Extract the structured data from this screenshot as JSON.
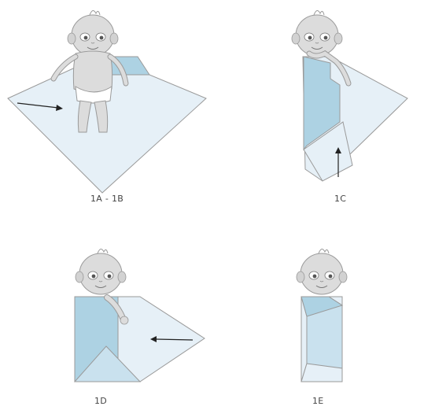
{
  "panels": [
    {
      "id": "1A-1B",
      "caption": "1A - 1B"
    },
    {
      "id": "1C",
      "caption": "1C"
    },
    {
      "id": "1D",
      "caption": "1D"
    },
    {
      "id": "1E",
      "caption": "1E"
    }
  ],
  "colors": {
    "blanket_light": "#e6f0f7",
    "blanket_mid": "#c9e1ee",
    "blanket_dark": "#add2e3",
    "outline": "#9a9a9a",
    "skin": "#dcdcdc",
    "skin_shade": "#c4c4c4",
    "arrow": "#222222"
  },
  "icons": [
    "baby-figure",
    "direction-arrow"
  ]
}
